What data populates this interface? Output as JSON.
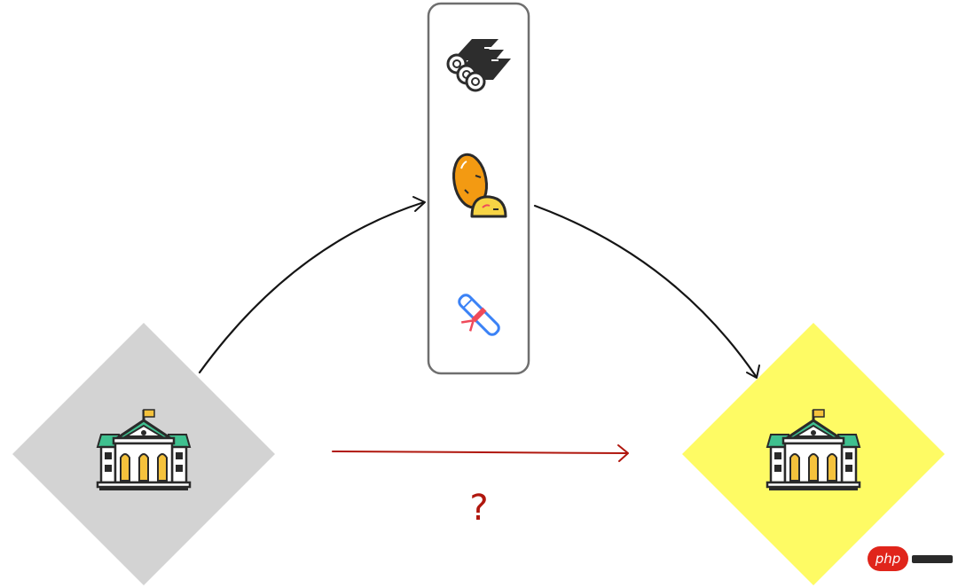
{
  "diagram": {
    "question_mark": "?",
    "colors": {
      "source_diamond": "#d3d3d3",
      "target_diamond": "#fefb64",
      "arrow_black": "#151515",
      "arrow_red": "#b0170e",
      "panel_border": "#6f6f6f",
      "building_roof": "#3fc08f",
      "building_doors": "#f5c23c",
      "flag": "#f5c23c",
      "logs": "#2d2d2d",
      "potato": "#f39a12",
      "potato_small": "#f7d445",
      "scroll_outline": "#3b82f6",
      "scroll_ribbon": "#ef4a5a"
    },
    "nodes": [
      {
        "id": "source",
        "icon": "school-building-icon"
      },
      {
        "id": "target",
        "icon": "school-building-icon"
      }
    ],
    "resources": [
      {
        "icon": "firewood-logs-icon"
      },
      {
        "icon": "potato-icon"
      },
      {
        "icon": "diploma-scroll-icon"
      }
    ]
  },
  "watermark": {
    "text": "php"
  }
}
